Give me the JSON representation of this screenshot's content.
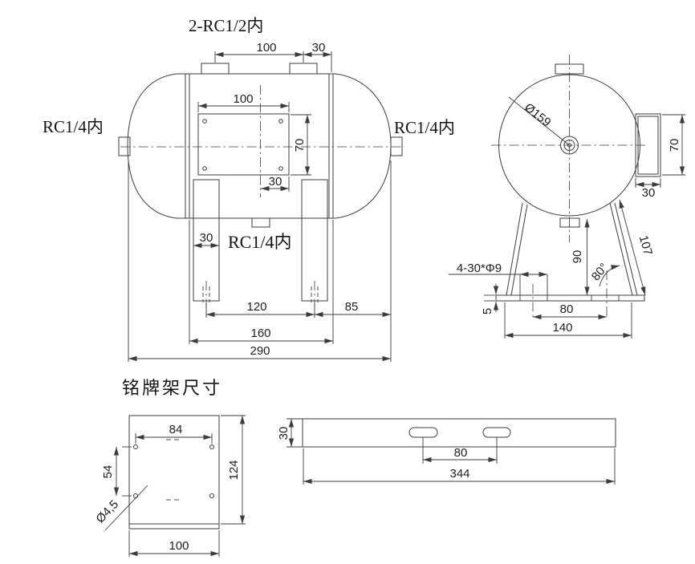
{
  "front_view": {
    "label_top_ports": "2-RC1/2内",
    "label_port_left": "RC1/4内",
    "label_port_right": "RC1/4内",
    "label_port_bottom": "RC1/4内",
    "dim_top_port_spacing": "100",
    "dim_top_port_offset": "30",
    "dim_plate_width": "100",
    "dim_plate_height": "70",
    "dim_plate_offset": "30",
    "dim_leg_width": "30",
    "dim_leg_spacing": "120",
    "dim_leg_to_end": "85",
    "dim_body_length": "160",
    "dim_overall_length": "290"
  },
  "side_view": {
    "dim_diameter": "Ø159",
    "dim_plate_height": "70",
    "dim_plate_width": "30",
    "label_base_holes": "4-30*Φ9",
    "dim_port_height": "90",
    "dim_leg_angle": "80°",
    "dim_leg_length": "107",
    "dim_base_thickness": "5",
    "dim_base_hole_spacing": "80",
    "dim_base_width": "140"
  },
  "nameplate": {
    "section_title": "铭牌架尺寸",
    "front": {
      "dim_hole_spacing_h": "84",
      "dim_hole_spacing_v": "54",
      "dim_hole_diameter": "Ø4,5",
      "dim_height": "124",
      "dim_width": "100"
    },
    "strip": {
      "dim_height": "30",
      "dim_slot_spacing": "80",
      "dim_length": "344"
    }
  },
  "colors": {
    "line": "#3c3c3c",
    "background": "#ffffff"
  }
}
